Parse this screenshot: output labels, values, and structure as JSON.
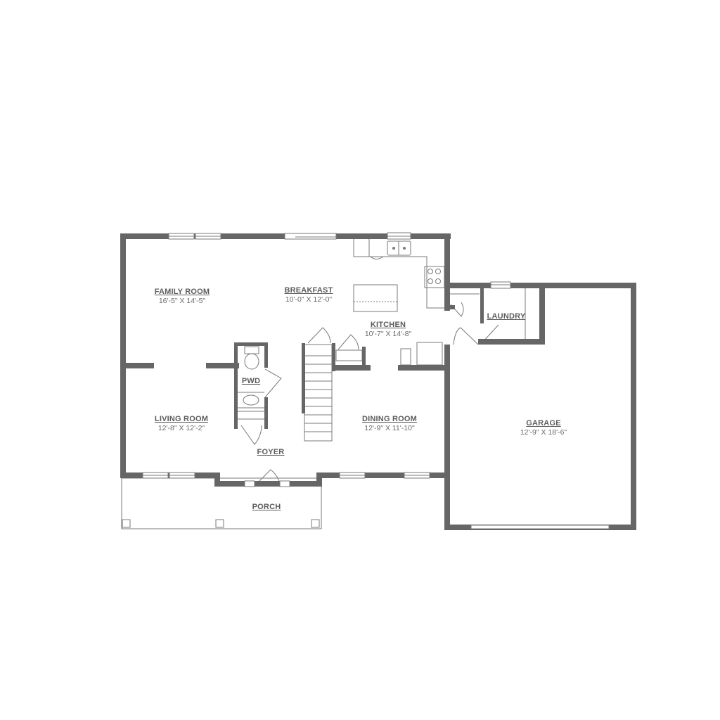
{
  "rooms": {
    "family": {
      "name": "FAMILY ROOM",
      "dims": "16'-5\" X 14'-5\""
    },
    "breakfast": {
      "name": "BREAKFAST",
      "dims": "10'-0\" X 12'-0\""
    },
    "kitchen": {
      "name": "KITCHEN",
      "dims": "10'-7\" X 14'-8\""
    },
    "laundry": {
      "name": "LAUNDRY"
    },
    "pwd": {
      "name": "PWD"
    },
    "living": {
      "name": "LIVING ROOM",
      "dims": "12'-8\" X 12'-2\""
    },
    "dining": {
      "name": "DINING ROOM",
      "dims": "12'-9\" X 11'-10\""
    },
    "foyer": {
      "name": "FOYER"
    },
    "garage": {
      "name": "GARAGE",
      "dims": "12'-9\" X 18'-6\""
    },
    "porch": {
      "name": "PORCH"
    }
  },
  "colors": {
    "wall": "#666666",
    "line": "#7a7a7a",
    "text": "#5c5c5c"
  }
}
